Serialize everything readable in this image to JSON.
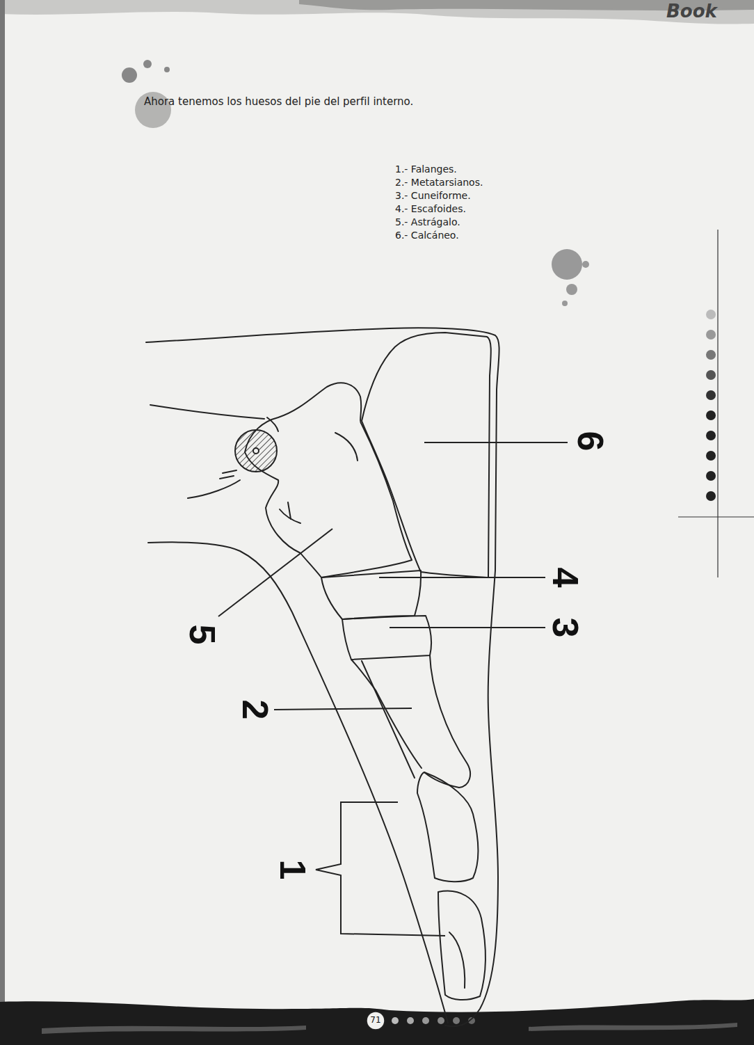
{
  "diagram": {
    "labels": [
      "Book",
      "Ahora tenemos los huesos del pie del perfil interno.",
      "1.- Falanges.",
      "2.- Metatarsianos.",
      "3.- Cuneiforme.",
      "4.- Escafoides.",
      "5.- Astrágalo.",
      "6.- Calcáneo.",
      "6",
      "4",
      "3",
      "5",
      "2",
      "1",
      "71"
    ]
  }
}
